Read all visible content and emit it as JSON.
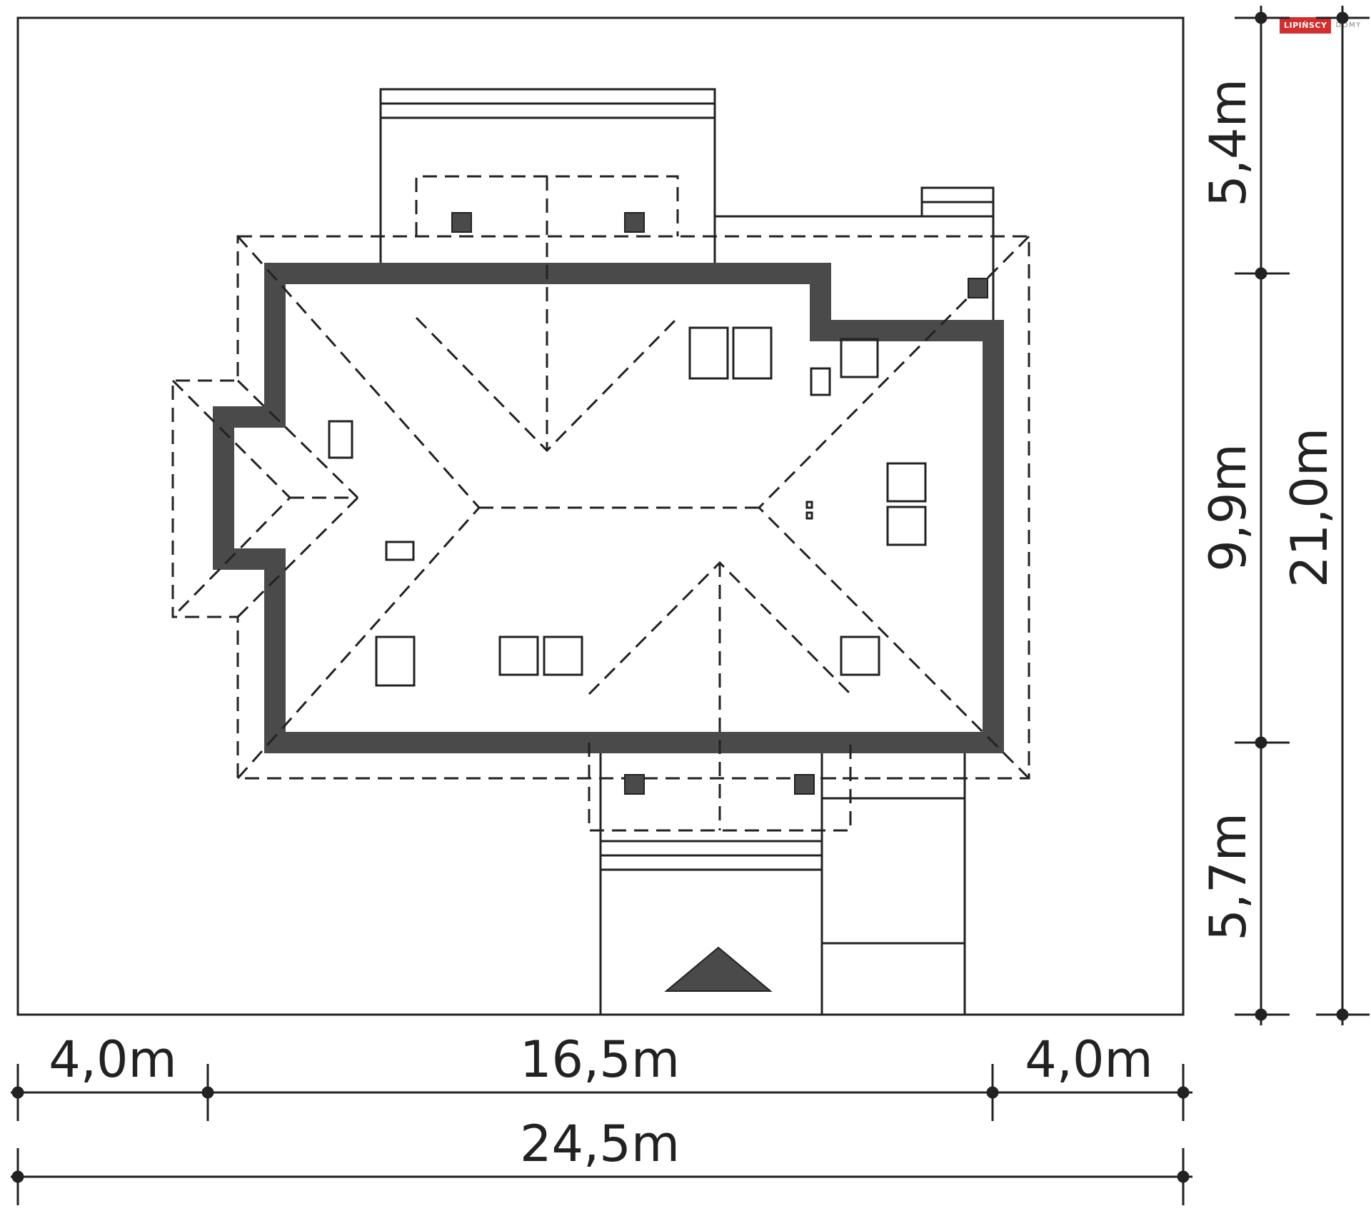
{
  "brand": {
    "primary": "LIPIŃSCY",
    "secondary": "DOMY",
    "color": "#d32f2f"
  },
  "dimensions": {
    "plot_width_left": "4,0m",
    "house_width": "16,5m",
    "plot_width_right": "4,0m",
    "plot_width_total": "24,5m",
    "plot_depth_top": "5,4m",
    "house_depth": "9,9m",
    "plot_depth_bottom": "5,7m",
    "plot_depth_total": "21,0m"
  },
  "colors": {
    "wall": "#4a4a4a",
    "line": "#222222",
    "background": "#ffffff"
  }
}
